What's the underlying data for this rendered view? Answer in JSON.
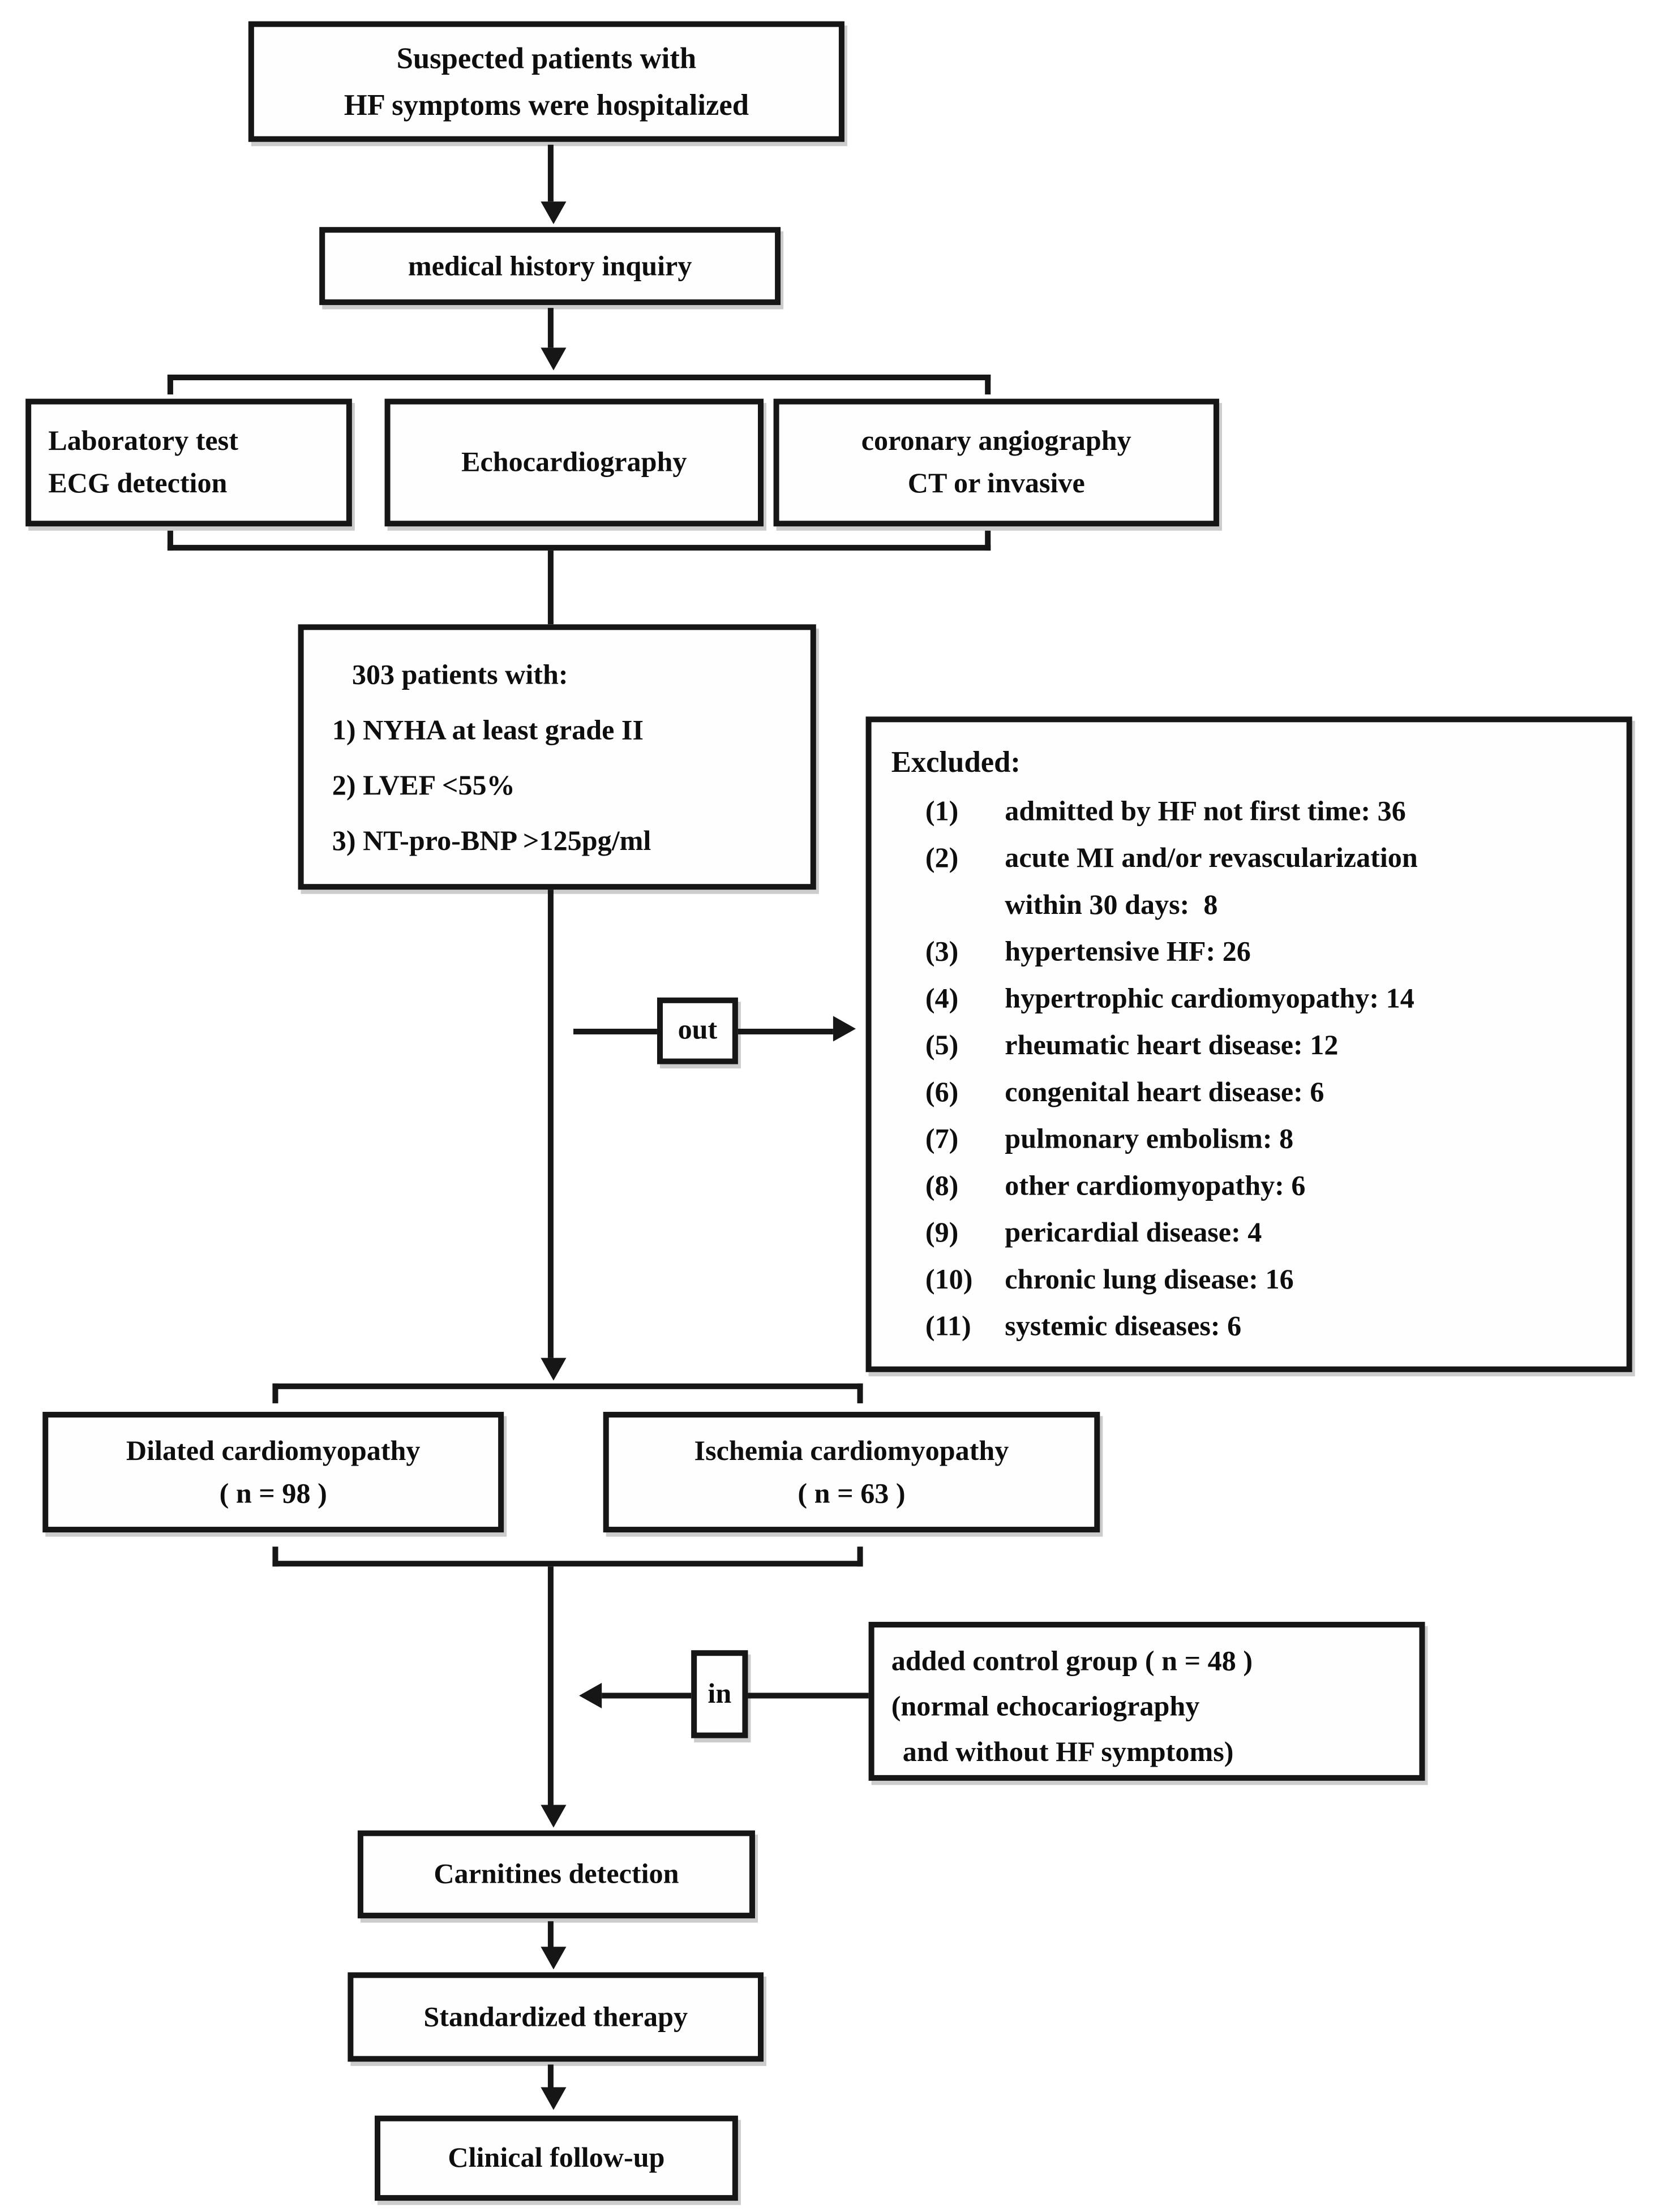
{
  "style": {
    "ink_color": "#161616",
    "paper_color": "#ffffff"
  },
  "flow": {
    "suspected": [
      "Suspected patients with",
      "HF symptoms were hospitalized"
    ],
    "medical": "medical history inquiry",
    "laboratory": [
      "Laboratory test",
      "ECG detection"
    ],
    "echocardiography": "Echocardiography",
    "coronary": [
      "coronary angiography",
      "CT or invasive"
    ],
    "patients": {
      "title": "303 patients with:",
      "criteria": [
        "1) NYHA at least grade II",
        "2) LVEF <55%",
        "3) NT-pro-BNP >125pg/ml"
      ]
    },
    "out_label": "out",
    "in_label": "in",
    "excluded": {
      "title": "Excluded:",
      "items": [
        {
          "num": "(1)",
          "text": "admitted by HF not first time: 36"
        },
        {
          "num": "(2)",
          "text": "acute MI and/or revascularization",
          "text2": "within 30 days:  8"
        },
        {
          "num": "(3)",
          "text": "hypertensive HF: 26"
        },
        {
          "num": "(4)",
          "text": "hypertrophic cardiomyopathy: 14"
        },
        {
          "num": "(5)",
          "text": "rheumatic heart disease: 12"
        },
        {
          "num": "(6)",
          "text": "congenital heart disease: 6"
        },
        {
          "num": "(7)",
          "text": "pulmonary embolism: 8"
        },
        {
          "num": "(8)",
          "text": "other cardiomyopathy: 6"
        },
        {
          "num": "(9)",
          "text": "pericardial disease: 4"
        },
        {
          "num": "(10)",
          "text": "chronic lung disease: 16"
        },
        {
          "num": "(11)",
          "text": "systemic diseases: 6"
        }
      ]
    },
    "dilated": [
      "Dilated cardiomyopathy",
      "( n = 98 )"
    ],
    "ischemia": [
      "Ischemia cardiomyopathy",
      "( n = 63 )"
    ],
    "control": [
      "added control group ( n = 48 )",
      "(normal echocariography",
      "and without HF symptoms)"
    ],
    "carnitines": "Carnitines detection",
    "standardized": "Standardized therapy",
    "clinical": "Clinical follow-up"
  }
}
